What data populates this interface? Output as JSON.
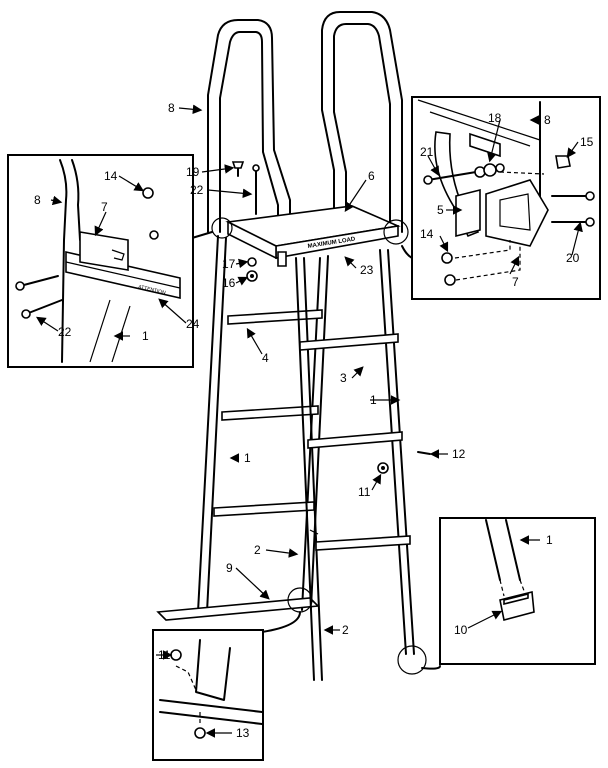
{
  "labels": {
    "l1a": "1",
    "l1b": "1",
    "l1c": "1",
    "l1d": "1",
    "l2a": "2",
    "l2b": "2",
    "l3": "3",
    "l4": "4",
    "l5": "5",
    "l6": "6",
    "l7a": "7",
    "l7b": "7",
    "l8a": "8",
    "l8b": "8",
    "l8c": "8",
    "l9": "9",
    "l10": "10",
    "l11a": "11",
    "l11b": "11",
    "l12": "12",
    "l13": "13",
    "l14a": "14",
    "l14b": "14",
    "l15": "15",
    "l16": "16",
    "l17": "17",
    "l18": "18",
    "l19": "19",
    "l20": "20",
    "l21": "21",
    "l22a": "22",
    "l22b": "22",
    "l23": "23",
    "l24": "24"
  },
  "platform_marking": "MAXIMUM LOAD",
  "rail_marking": "ATTENTION"
}
